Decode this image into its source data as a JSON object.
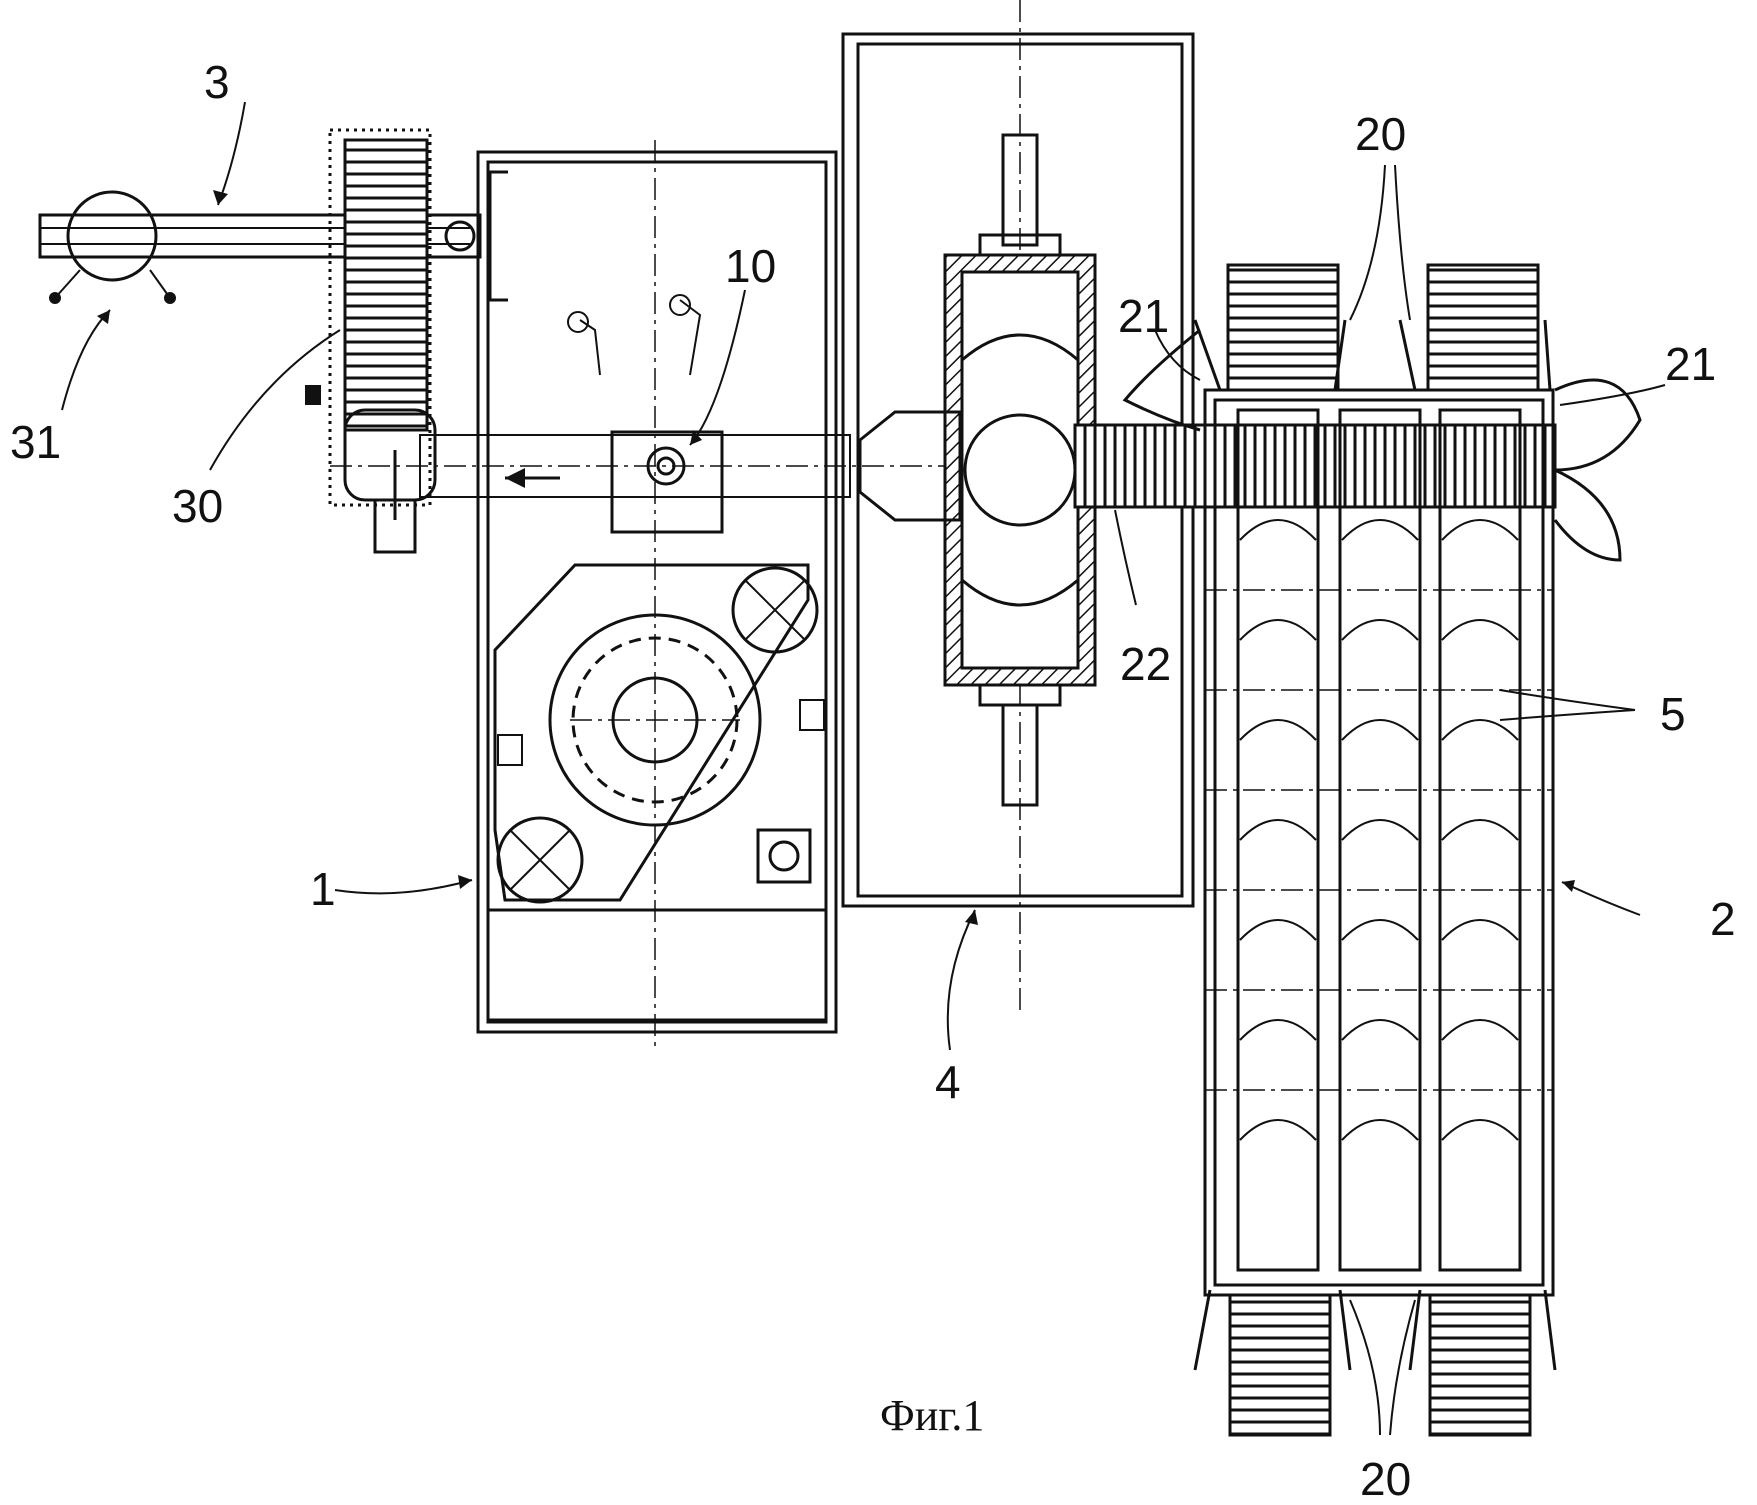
{
  "labels": {
    "l1": "1",
    "l2": "2",
    "l3": "3",
    "l4": "4",
    "l5": "5",
    "l10": "10",
    "l20_top": "20",
    "l20_bottom": "20",
    "l21_left": "21",
    "l21_right": "21",
    "l22": "22",
    "l30": "30",
    "l31": "31"
  },
  "caption": "Фиг.1",
  "colors": {
    "ink": "#111111",
    "paper": "#ffffff"
  }
}
